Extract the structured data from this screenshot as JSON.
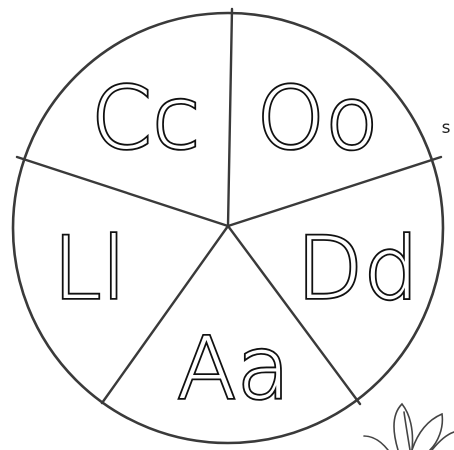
{
  "wheel": {
    "segments": [
      {
        "label": "Cc"
      },
      {
        "label": "Oo"
      },
      {
        "label": "Dd"
      },
      {
        "label": "Aa"
      },
      {
        "label": "Ll"
      }
    ]
  },
  "margin_text": "s",
  "colors": {
    "ink": "#3a3a3a",
    "letter_ink": "#111111",
    "paper": "#ffffff"
  }
}
